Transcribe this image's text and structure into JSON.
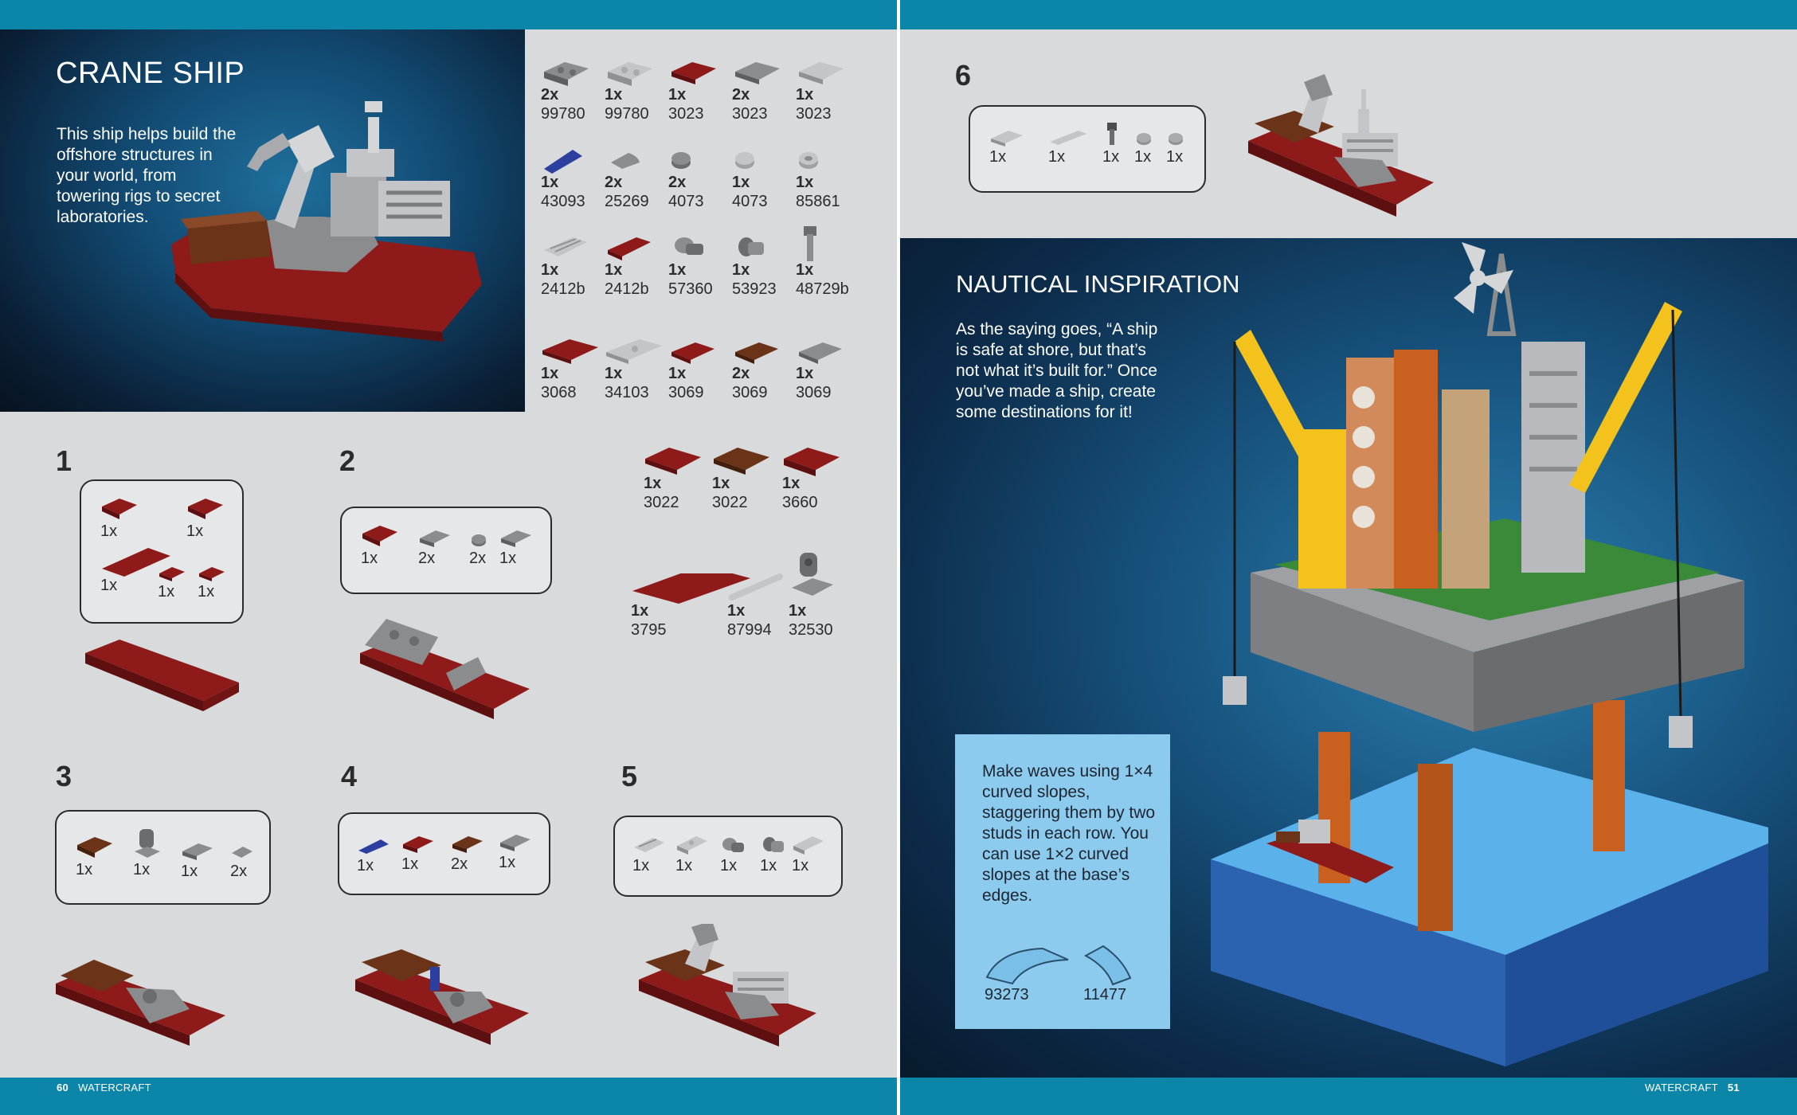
{
  "left_page": {
    "title": "CRANE SHIP",
    "intro": "This ship helps build the offshore structures in your world, from towering rigs to secret laboratories.",
    "parts": [
      {
        "qty": "2x",
        "id": "99780",
        "color": "#8a8c8e",
        "shape": "bracket"
      },
      {
        "qty": "1x",
        "id": "99780",
        "color": "#c3c5c8",
        "shape": "bracket"
      },
      {
        "qty": "1x",
        "id": "3023",
        "color": "#8e1a1a",
        "shape": "plate"
      },
      {
        "qty": "2x",
        "id": "3023",
        "color": "#8a8c8e",
        "shape": "plate"
      },
      {
        "qty": "1x",
        "id": "3023",
        "color": "#c3c5c8",
        "shape": "plate"
      },
      {
        "qty": "1x",
        "id": "43093",
        "color": "#2c3f9e",
        "shape": "pin"
      },
      {
        "qty": "2x",
        "id": "25269",
        "color": "#8a8c8e",
        "shape": "quarter"
      },
      {
        "qty": "2x",
        "id": "4073",
        "color": "#8a8c8e",
        "shape": "round"
      },
      {
        "qty": "1x",
        "id": "4073",
        "color": "#c3c5c8",
        "shape": "round"
      },
      {
        "qty": "1x",
        "id": "85861",
        "color": "#c3c5c8",
        "shape": "round"
      },
      {
        "qty": "1x",
        "id": "2412b",
        "color": "#c3c5c8",
        "shape": "grille"
      },
      {
        "qty": "1x",
        "id": "2412b",
        "color": "#8e1a1a",
        "shape": "tile"
      },
      {
        "qty": "1x",
        "id": "57360",
        "color": "#8a8c8e",
        "shape": "hinge"
      },
      {
        "qty": "1x",
        "id": "53923",
        "color": "#8a8c8e",
        "shape": "hinge"
      },
      {
        "qty": "1x",
        "id": "48729b",
        "color": "#8a8c8e",
        "shape": "bar"
      },
      {
        "qty": "1x",
        "id": "3068",
        "color": "#8e1a1a",
        "shape": "tile"
      },
      {
        "qty": "1x",
        "id": "34103",
        "color": "#c3c5c8",
        "shape": "plate"
      },
      {
        "qty": "1x",
        "id": "3069",
        "color": "#8e1a1a",
        "shape": "tile"
      },
      {
        "qty": "2x",
        "id": "3069",
        "color": "#6b3318",
        "shape": "tile"
      },
      {
        "qty": "1x",
        "id": "3069",
        "color": "#8a8c8e",
        "shape": "tile"
      },
      {
        "qty": "1x",
        "id": "3022",
        "color": "#8e1a1a",
        "shape": "plate"
      },
      {
        "qty": "1x",
        "id": "3022",
        "color": "#6b3318",
        "shape": "plate"
      },
      {
        "qty": "1x",
        "id": "3660",
        "color": "#8e1a1a",
        "shape": "plate"
      },
      {
        "qty": "1x",
        "id": "3795",
        "color": "#8e1a1a",
        "shape": "longplate"
      },
      {
        "qty": "1x",
        "id": "87994",
        "color": "#c3c5c8",
        "shape": "rod"
      },
      {
        "qty": "1x",
        "id": "32530",
        "color": "#8a8c8e",
        "shape": "bracket"
      }
    ],
    "steps": [
      {
        "number": "1",
        "items": [
          {
            "qty": "1x",
            "color": "#8e1a1a"
          },
          {
            "qty": "1x",
            "color": "#8e1a1a"
          },
          {
            "qty": "1x",
            "color": "#8e1a1a"
          },
          {
            "qty": "1x",
            "color": "#8e1a1a"
          },
          {
            "qty": "1x",
            "color": "#8e1a1a"
          }
        ]
      },
      {
        "number": "2",
        "items": [
          {
            "qty": "1x",
            "color": "#8e1a1a"
          },
          {
            "qty": "2x",
            "color": "#8a8c8e"
          },
          {
            "qty": "2x",
            "color": "#8a8c8e"
          },
          {
            "qty": "1x",
            "color": "#8a8c8e"
          }
        ]
      },
      {
        "number": "3",
        "items": [
          {
            "qty": "1x",
            "color": "#6b3318"
          },
          {
            "qty": "1x",
            "color": "#8a8c8e"
          },
          {
            "qty": "1x",
            "color": "#8a8c8e"
          },
          {
            "qty": "2x",
            "color": "#8a8c8e"
          }
        ]
      },
      {
        "number": "4",
        "items": [
          {
            "qty": "1x",
            "color": "#2c3f9e"
          },
          {
            "qty": "1x",
            "color": "#8e1a1a"
          },
          {
            "qty": "2x",
            "color": "#6b3318"
          },
          {
            "qty": "1x",
            "color": "#8a8c8e"
          }
        ]
      },
      {
        "number": "5",
        "items": [
          {
            "qty": "1x",
            "color": "#c3c5c8"
          },
          {
            "qty": "1x",
            "color": "#c3c5c8"
          },
          {
            "qty": "1x",
            "color": "#8a8c8e"
          },
          {
            "qty": "1x",
            "color": "#8a8c8e"
          },
          {
            "qty": "1x",
            "color": "#c3c5c8"
          }
        ]
      }
    ],
    "footer": {
      "page_number": "60",
      "section": "WATERCRAFT"
    }
  },
  "right_page": {
    "step6": {
      "number": "6",
      "items": [
        {
          "qty": "1x",
          "color": "#c3c5c8"
        },
        {
          "qty": "1x",
          "color": "#c3c5c8"
        },
        {
          "qty": "1x",
          "color": "#6a6c6e"
        },
        {
          "qty": "1x",
          "color": "#a8aaad"
        },
        {
          "qty": "1x",
          "color": "#a8aaad"
        }
      ]
    },
    "inspiration_title": "NAUTICAL INSPIRATION",
    "inspiration_body": "As the saying goes, “A ship is safe at shore, but that’s not what it’s built for.” Once you’ve made a ship, create some destinations for it!",
    "tip": {
      "text": "Make waves using 1×4 curved slopes, staggering them by two studs in each row. You can use 1×2 curved slopes at the base’s edges.",
      "parts": [
        {
          "id": "93273"
        },
        {
          "id": "11477"
        }
      ]
    },
    "footer": {
      "section": "WATERCRAFT",
      "page_number": "51"
    }
  },
  "colors": {
    "band": "#0b86a8",
    "page": "#d9dadc",
    "dark_red": "#8e1a1a",
    "brown": "#6b3318",
    "dark_gray": "#8a8c8e",
    "light_gray": "#c3c5c8",
    "tip_box": "#8dcbee",
    "crane_yellow": "#f3c21c",
    "rig_orange": "#c9601f",
    "water": "#3a8fd6"
  }
}
